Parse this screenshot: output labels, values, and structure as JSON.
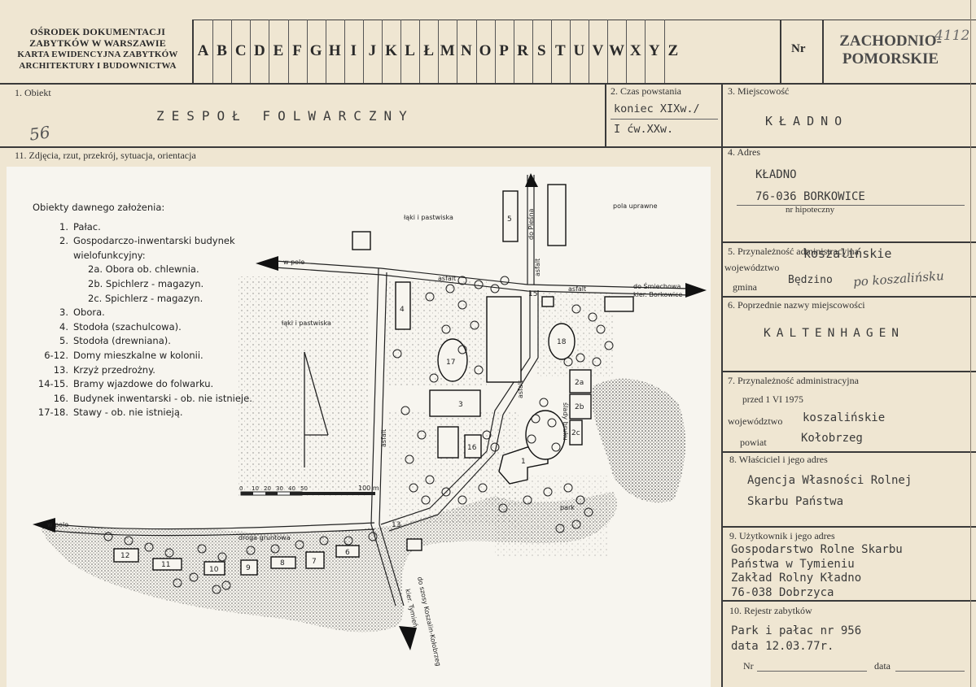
{
  "header": {
    "institution_lines": [
      "OŚRODEK DOKUMENTACJI",
      "ZABYTKÓW W WARSZAWIE",
      "KARTA EWIDENCYJNA ZABYTKÓW",
      "ARCHITEKTURY I BUDOWNICTWA"
    ],
    "letters": [
      "A",
      "B",
      "C",
      "D",
      "E",
      "F",
      "G",
      "H",
      "I",
      "J",
      "K",
      "L",
      "Ł",
      "M",
      "N",
      "O",
      "P",
      "R",
      "S",
      "T",
      "U",
      "V",
      "W",
      "X",
      "Y",
      "Z"
    ],
    "nr_label": "Nr",
    "region_line1": "ZACHODNIO-",
    "region_line2": "POMORSKIE",
    "handwritten_number": "4112"
  },
  "field1": {
    "label": "1. Obiekt",
    "value": "ZESPOŁ FOLWARCZNY",
    "handwritten": "56"
  },
  "field2": {
    "label": "2. Czas powstania",
    "line1": "koniec XIXw./",
    "line2": "I ćw.XXw."
  },
  "field3": {
    "label": "3. Miejscowość",
    "value": "KŁADNO"
  },
  "field11": {
    "label": "11. Zdjęcia, rzut, przekrój, sytuacja, orientacja"
  },
  "field4": {
    "label": "4. Adres",
    "line1": "KŁADNO",
    "line2": "76-036 BORKOWICE",
    "sub": "nr hipoteczny"
  },
  "field5": {
    "label": "5. Przynależność administracyjna",
    "woj_label": "województwo",
    "woj_value": "koszalińskie",
    "gmina_label": "gmina",
    "gmina_value": "Będzino",
    "gmina_handwritten": "po koszalińsku"
  },
  "field6": {
    "label": "6. Poprzednie nazwy miejscowości",
    "value": "KALTENHAGEN"
  },
  "field7": {
    "label": "7. Przynależność administracyjna",
    "before": "przed 1 VI 1975",
    "woj_label": "województwo",
    "woj_value": "koszalińskie",
    "powiat_label": "powiat",
    "powiat_value": "Kołobrzeg"
  },
  "field8": {
    "label": "8. Właściciel i jego adres",
    "line1": "Agencja Własności Rolnej",
    "line2": "Skarbu Państwa"
  },
  "field9": {
    "label": "9. Użytkownik i jego adres",
    "lines": [
      "Gospodarstwo Rolne Skarbu",
      "Państwa w Tymieniu",
      "Zakład Rolny Kładno",
      "76-038 Dobrzyca"
    ]
  },
  "field10": {
    "label": "10. Rejestr zabytków",
    "line1": "Park i pałac nr 956",
    "line2": "data 12.03.77r.",
    "nr_label": "Nr",
    "data_label": "data"
  },
  "legend": {
    "title": "Obiekty dawnego założenia:",
    "items": [
      {
        "n": "1.",
        "t": "Pałac."
      },
      {
        "n": "2.",
        "t": "Gospodarczo-inwentarski budynek"
      },
      {
        "n": "",
        "t": "wielofunkcyjny:"
      },
      {
        "n": "",
        "t": "2a. Obora ob. chlewnia."
      },
      {
        "n": "",
        "t": "2b. Spichlerz - magazyn."
      },
      {
        "n": "",
        "t": "2c. Spichlerz - magazyn."
      },
      {
        "n": "3.",
        "t": "Obora."
      },
      {
        "n": "4.",
        "t": "Stodoła (szachulcowa)."
      },
      {
        "n": "5.",
        "t": "Stodoła (drewniana)."
      },
      {
        "n": "6-12.",
        "t": "Domy mieszkalne w kolonii."
      },
      {
        "n": "13.",
        "t": "Krzyż przedrożny."
      },
      {
        "n": "14-15.",
        "t": "Bramy wjazdowe do folwarku."
      },
      {
        "n": "16.",
        "t": "Budynek inwentarski - ob. nie istnieje."
      },
      {
        "n": "17-18.",
        "t": "Stawy - ob. nie istnieją."
      }
    ]
  },
  "map": {
    "labels": {
      "laki1": "łąki i pastwiska",
      "pola": "pola uprawne",
      "laki2": "łąki i pastwiska",
      "w_pole_top": "w pole",
      "w_pole_left": "w pole",
      "smiechowo1": "do Śmiechowa",
      "smiechowo2": "kier. Borkowice",
      "piesno": "do Pieśna",
      "asfalt1": "asfalt",
      "asfalt2": "asfalt",
      "asfalt3": "asfalt",
      "asfalt4": "asfalt",
      "asfalt5": "asfalt",
      "slady_bruku": "ślady bruku",
      "park": "park",
      "szosa": "do szosy Koszalin-Kołobrzeg",
      "szosa2": "kier. Tymień",
      "asfalt_bottom": "droga gruntowa"
    },
    "buildings": [
      "1",
      "2a",
      "2b",
      "2c",
      "3",
      "4",
      "5",
      "6",
      "7",
      "8",
      "9",
      "10",
      "11",
      "12",
      "13",
      "14",
      "15",
      "16",
      "17",
      "18"
    ],
    "scale": {
      "ticks": [
        "0",
        "10",
        "20",
        "30",
        "40",
        "50"
      ],
      "end": "100 m"
    }
  }
}
